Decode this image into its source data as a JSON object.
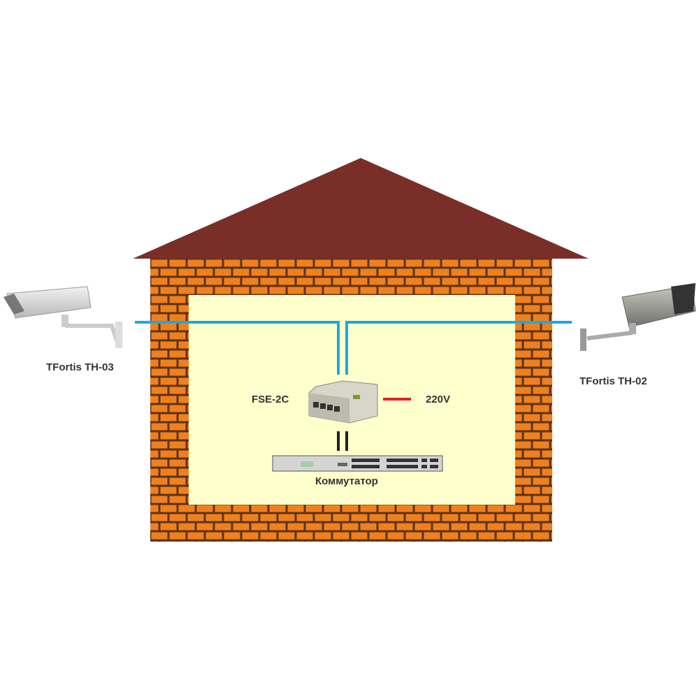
{
  "labels": {
    "camera_left": "TFortis TH-03",
    "camera_right": "TFortis TH-02",
    "injector": "FSE-2C",
    "power": "220V",
    "switch": "Коммутатор"
  },
  "colors": {
    "roof": "#7a2e28",
    "brick": "#f0801e",
    "mortar": "#5a3418",
    "interior": "#ffffcc",
    "cable": "#1fa8e0",
    "power_line": "#e82020",
    "uplink": "#222222"
  }
}
